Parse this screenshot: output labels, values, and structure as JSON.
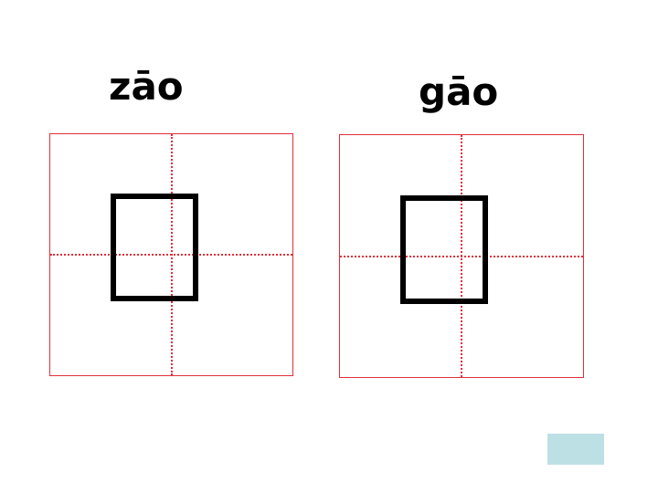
{
  "slide": {
    "items": [
      {
        "pinyin": "zāo",
        "character": "□"
      },
      {
        "pinyin": "gāo",
        "character": "□"
      }
    ]
  },
  "colors": {
    "grid_line": "#e0303a",
    "glyph": "#000000",
    "nav_button": "#bde0e5"
  },
  "icons": {
    "nav_button": "next-slide-button"
  }
}
